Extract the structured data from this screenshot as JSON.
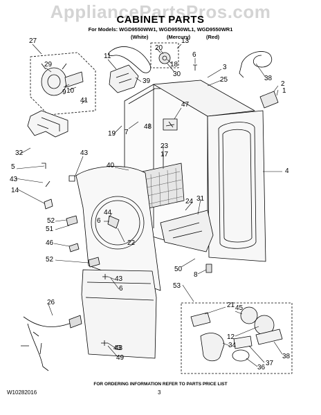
{
  "watermark": "AppliancePartsPros.com",
  "title": "CABINET PARTS",
  "models_line": "For Models: WGD9550WW1, WGD9550WL1, WGD9550WR1",
  "color_labels": [
    "(White)",
    "(Mercury)",
    "(Red)"
  ],
  "callouts": [
    "27",
    "29",
    "9",
    "10",
    "41",
    "11",
    "20",
    "13",
    "18",
    "30",
    "39",
    "6",
    "3",
    "25",
    "38",
    "2",
    "1",
    "7",
    "19",
    "47",
    "48",
    "23",
    "17",
    "32",
    "43",
    "5",
    "43",
    "14",
    "40",
    "4",
    "24",
    "31",
    "52",
    "51",
    "44",
    "6",
    "22",
    "46",
    "52",
    "50",
    "8",
    "53",
    "43",
    "6",
    "26",
    "43",
    "21",
    "45",
    "12",
    "34",
    "37",
    "38",
    "43",
    "49",
    "36"
  ],
  "footer_note": "FOR ORDERING INFORMATION REFER TO PARTS PRICE LIST",
  "doc_number": "W10282016",
  "page_number": "3"
}
